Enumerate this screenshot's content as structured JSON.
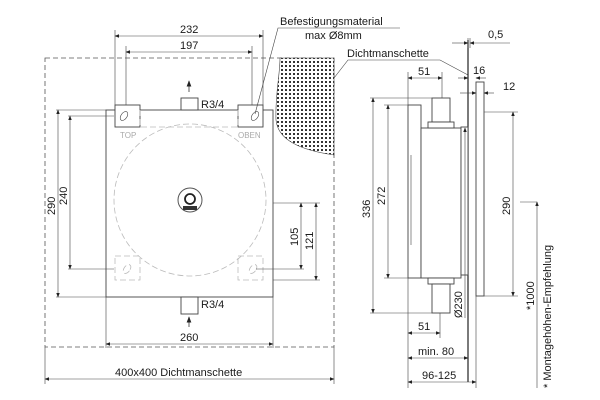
{
  "front_view": {
    "dim_232": "232",
    "dim_197": "197",
    "dim_290": "290",
    "dim_240": "240",
    "dim_105": "105",
    "dim_121": "121",
    "dim_260": "260",
    "inlet_top": "R3/4",
    "inlet_bottom": "R3/4",
    "label_top": "TOP",
    "label_oben": "OBEN",
    "seal_size": "400x400  Dichtmanschette",
    "fixing_material_line1": "Befestigungsmaterial",
    "fixing_material_line2": "max Ø8mm",
    "seal_callout": "Dichtmanschette"
  },
  "side_view": {
    "dim_0_5": "0,5",
    "dim_16": "16",
    "dim_12": "12",
    "dim_51_top": "51",
    "dim_51_bottom": "51",
    "dim_336": "336",
    "dim_272": "272",
    "dim_290": "290",
    "dim_230": "Ø230",
    "dim_min80": "min. 80",
    "dim_96_125": "96-125",
    "height_1000": "*1000",
    "footnote": "*  Montagehöhen-Empfehlung"
  }
}
